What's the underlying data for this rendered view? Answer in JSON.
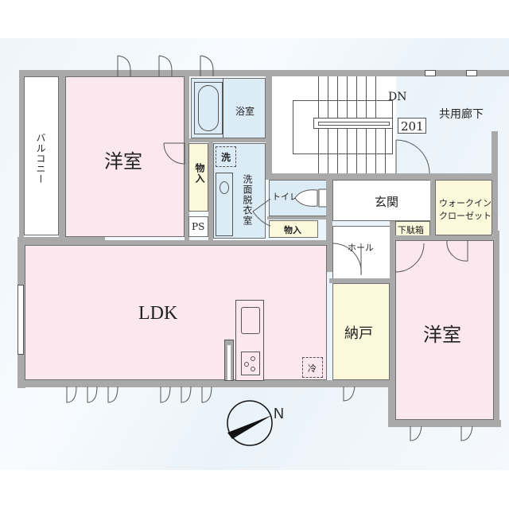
{
  "floor_plan": {
    "unit_number": "201",
    "rooms": [
      {
        "id": "western-room-1",
        "label": "洋室",
        "color": "#fbe8ef"
      },
      {
        "id": "balcony",
        "label": "バルコニー",
        "color": "#ffffff"
      },
      {
        "id": "bathroom",
        "label": "浴室",
        "color": "#dcecf7"
      },
      {
        "id": "storage-1",
        "label": "物入",
        "color": "#fbf8dc"
      },
      {
        "id": "washroom",
        "label": "洗面脱衣室",
        "color": "#dcecf7"
      },
      {
        "id": "washer-space",
        "label": "洗",
        "color": "#dcecf7"
      },
      {
        "id": "pipe-space",
        "label": "PS",
        "color": "#ffffff"
      },
      {
        "id": "toilet",
        "label": "トイレ",
        "color": "#dcecf7"
      },
      {
        "id": "storage-2",
        "label": "物入",
        "color": "#fbf8dc"
      },
      {
        "id": "entrance",
        "label": "玄関",
        "color": "#ffffff"
      },
      {
        "id": "shoe-cabinet",
        "label": "下駄箱",
        "color": "#fbf8dc"
      },
      {
        "id": "walk-in-closet",
        "label": "ウォークインクローゼット",
        "color": "#fbf8dc"
      },
      {
        "id": "hall",
        "label": "ホール",
        "color": "#ffffff"
      },
      {
        "id": "ldk",
        "label": "LDK",
        "color": "#fbe8ef"
      },
      {
        "id": "storeroom",
        "label": "納戸",
        "color": "#fbf8dc"
      },
      {
        "id": "western-room-2",
        "label": "洋室",
        "color": "#fbe8ef"
      },
      {
        "id": "refrigerator-space",
        "label": "冷",
        "color": "#fbe8ef"
      }
    ],
    "common_area": {
      "corridor_label": "共用廊下",
      "stairs_label": "DN"
    },
    "walk_in_closet_lines": [
      "ウォークイン",
      "クローゼット"
    ],
    "compass": {
      "label": "N"
    }
  },
  "colors": {
    "wall": "#a9a9a9",
    "pink_room": "#fbe8ef",
    "blue_room": "#dcecf7",
    "yellow_room": "#fbf8dc",
    "background": "#eef5fb"
  }
}
